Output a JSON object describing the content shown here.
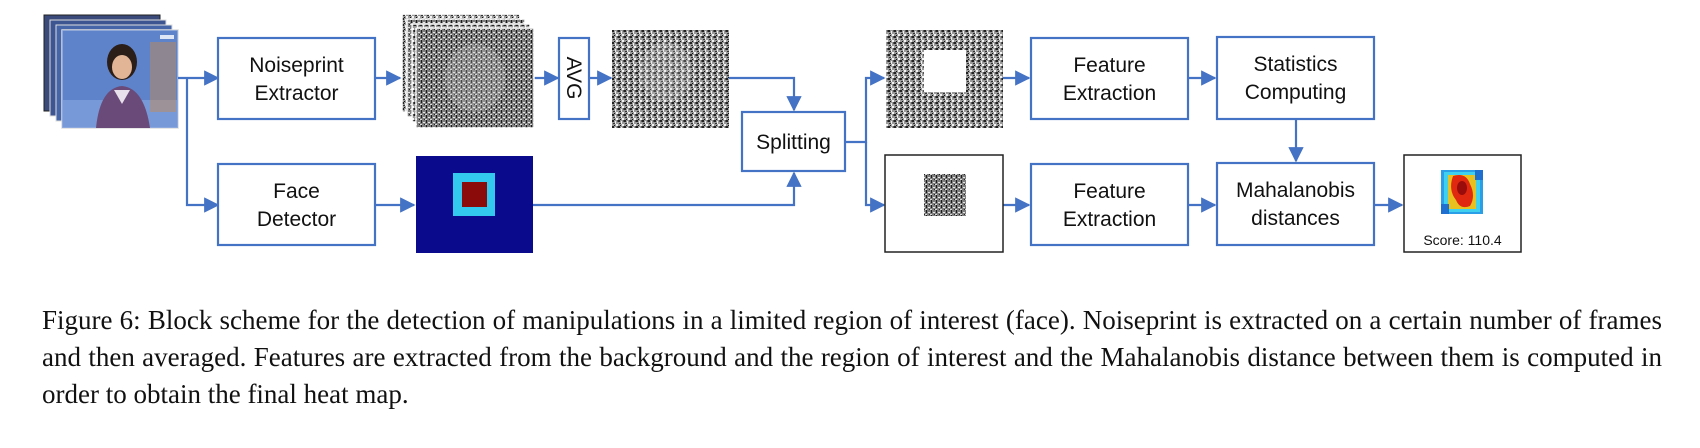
{
  "diagram": {
    "blocks": {
      "noiseprint_extractor": [
        "Noiseprint",
        "Extractor"
      ],
      "face_detector": [
        "Face",
        "Detector"
      ],
      "avg": "AVG",
      "splitting": "Splitting",
      "feature_extraction_top": [
        "Feature",
        "Extraction"
      ],
      "feature_extraction_bottom": [
        "Feature",
        "Extraction"
      ],
      "statistics_computing": [
        "Statistics",
        "Computing"
      ],
      "mahalanobis_distances": [
        "Mahalanobis",
        "distances"
      ]
    },
    "result_score": "Score: 110.4"
  },
  "caption": {
    "label": "Figure 6:",
    "text": "Block scheme for the detection of manipulations in a limited region of interest (face). Noiseprint is extracted on a certain number of frames and then averaged. Features are extracted from the background and the region of interest and the Mahalanobis distance between them is computed in order to obtain the final heat map."
  },
  "colors": {
    "line_blue": "#4472c4",
    "map_navy": "#0a0a8c",
    "map_cyan": "#33c9ef",
    "map_red": "#8b0a0a",
    "noise_gray": "#8a8a8a"
  }
}
